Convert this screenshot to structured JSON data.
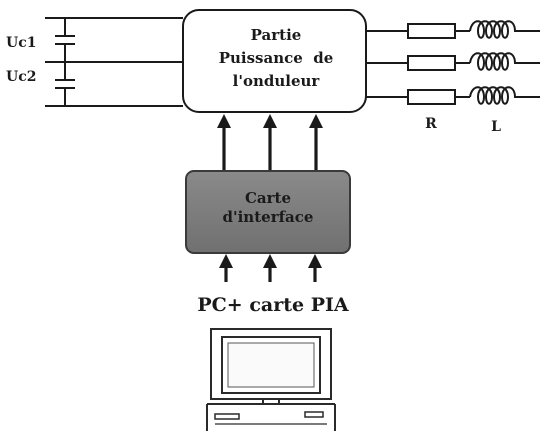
{
  "power_block": {
    "line1": "Partie",
    "line2": "Puissance  de",
    "line3": "l'onduleur",
    "fill": "#ffffff"
  },
  "interface_block": {
    "line1": "Carte",
    "line2": "d'interface",
    "fill": "#7f7f7f",
    "text_color": "#e6e6e6"
  },
  "capacitors": [
    {
      "label": "Uc1"
    },
    {
      "label": "Uc2"
    }
  ],
  "load": {
    "resistor_label": "R",
    "inductor_label": "L"
  },
  "pc": {
    "label": "PC+ carte PIA",
    "icon": "desktop-computer-icon"
  }
}
